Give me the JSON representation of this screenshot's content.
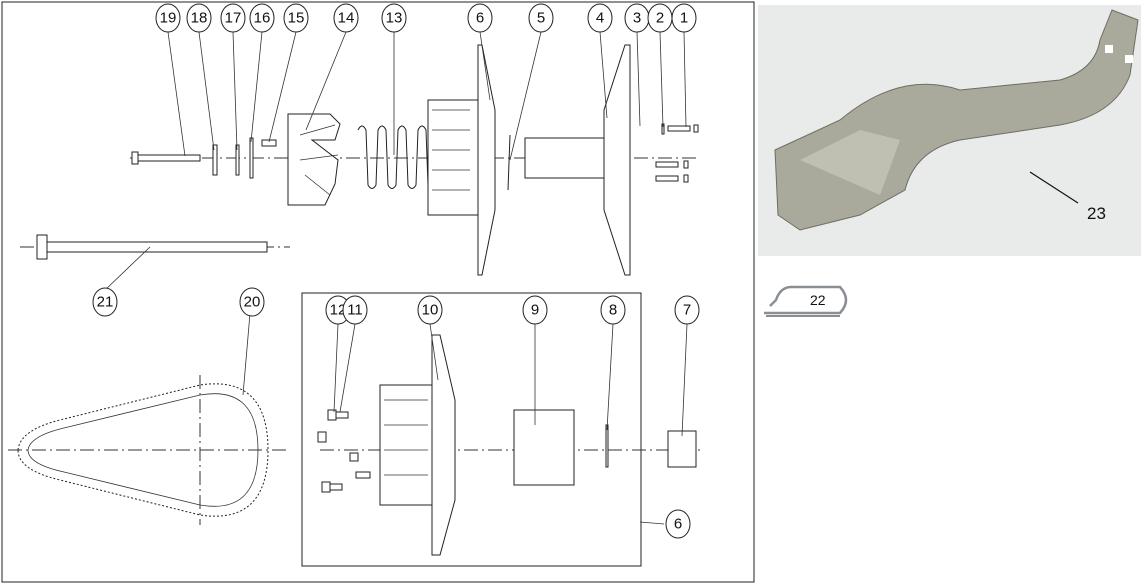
{
  "diagram": {
    "top_callouts": [
      "19",
      "18",
      "17",
      "16",
      "15",
      "14",
      "13",
      "6",
      "5",
      "4",
      "3",
      "2",
      "1"
    ],
    "left_callouts": [
      "21",
      "20"
    ],
    "box_callouts": [
      "12",
      "11",
      "10",
      "9",
      "8",
      "7"
    ],
    "box_group_callout": "6",
    "photo_labels": {
      "clip": "22",
      "bracket": "23"
    }
  }
}
